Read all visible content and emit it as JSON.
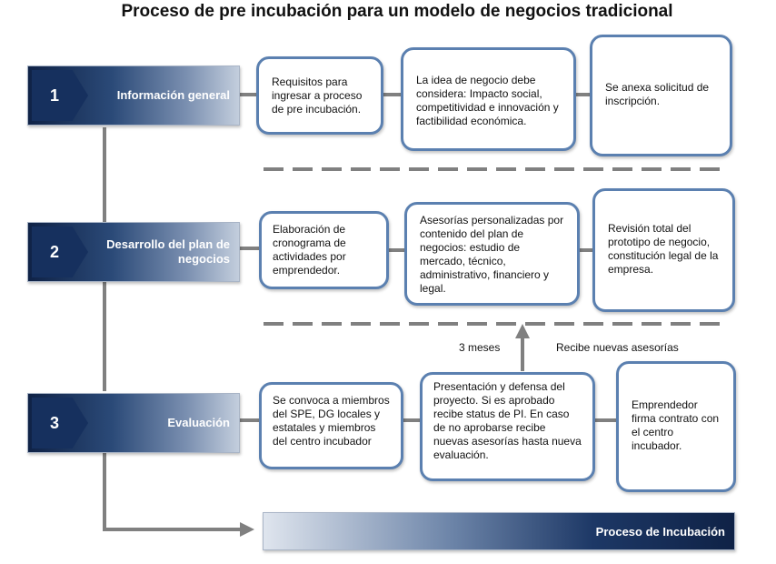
{
  "title": "Proceso de pre incubación para un modelo de negocios tradicional",
  "steps": [
    {
      "number": "1",
      "label": "Información general"
    },
    {
      "number": "2",
      "label": "Desarrollo del plan de negocios"
    },
    {
      "number": "3",
      "label": "Evaluación"
    }
  ],
  "boxes": {
    "row1": [
      "Requisitos para ingresar a proceso de pre incubación.",
      "La idea de negocio  debe considera: Impacto social, competitividad e innovación y factibilidad económica.",
      "Se anexa solicitud de inscripción."
    ],
    "row2": [
      "Elaboración de cronograma de actividades por emprendedor.",
      "Asesorías personalizadas por contenido del plan de negocios: estudio de mercado, técnico, administrativo, financiero y legal.",
      "Revisión total del prototipo de negocio, constitución legal de la empresa."
    ],
    "row3": [
      "Se convoca a miembros del SPE, DG locales y estatales y miembros del centro incubador",
      "Presentación y defensa del proyecto. Si es aprobado recibe status de PI. En caso de no aprobarse recibe nuevas asesorías hasta nueva evaluación.",
      "Emprendedor firma contrato con el centro incubador."
    ]
  },
  "notes": {
    "months": "3 meses",
    "new_advice": "Recibe nuevas asesorías"
  },
  "footer": "Proceso de Incubación",
  "colors": {
    "box_border": "#5b80b0",
    "connector": "#808080",
    "step_dark": "#16305e"
  }
}
